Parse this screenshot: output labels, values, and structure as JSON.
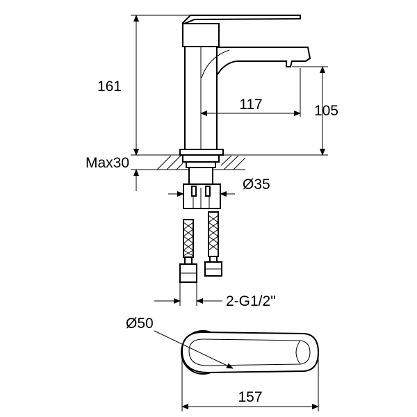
{
  "dimensions": {
    "total_height": "161",
    "spout_reach": "117",
    "spout_height": "105",
    "max_deck": "Max30",
    "shank_diameter": "Ø35",
    "hose_connection": "2-G1/2\"",
    "base_diameter": "Ø50",
    "total_length": "157"
  }
}
